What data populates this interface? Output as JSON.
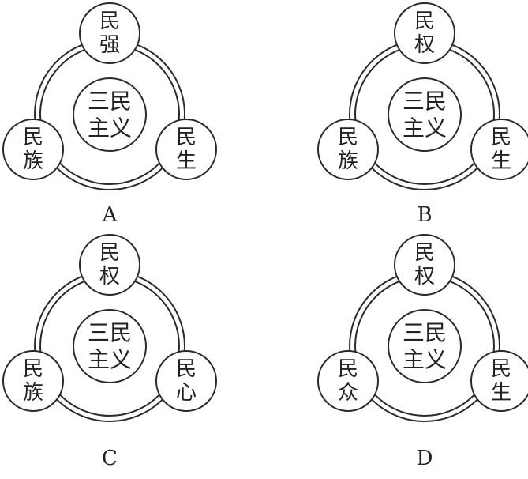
{
  "panels": [
    {
      "label": "A",
      "center": [
        "三民",
        "主义"
      ],
      "top": [
        "民",
        "强"
      ],
      "left": [
        "民",
        "族"
      ],
      "right": [
        "民",
        "生"
      ]
    },
    {
      "label": "B",
      "center": [
        "三民",
        "主义"
      ],
      "top": [
        "民",
        "权"
      ],
      "left": [
        "民",
        "族"
      ],
      "right": [
        "民",
        "生"
      ]
    },
    {
      "label": "C",
      "center": [
        "三民",
        "主义"
      ],
      "top": [
        "民",
        "权"
      ],
      "left": [
        "民",
        "族"
      ],
      "right": [
        "民",
        "心"
      ]
    },
    {
      "label": "D",
      "center": [
        "三民",
        "主义"
      ],
      "top": [
        "民",
        "权"
      ],
      "left": [
        "民",
        "众"
      ],
      "right": [
        "民",
        "生"
      ]
    }
  ],
  "colors": {
    "stroke": "#2a2a2a",
    "background": "#ffffff"
  }
}
